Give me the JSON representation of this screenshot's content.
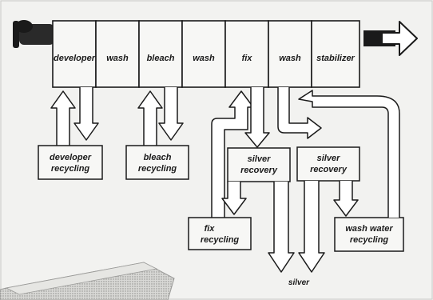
{
  "tanks": [
    "developer",
    "wash",
    "bleach",
    "wash",
    "fix",
    "wash",
    "stabilizer"
  ],
  "boxes": {
    "developer_recycling": [
      "developer",
      "recycling"
    ],
    "bleach_recycling": [
      "bleach",
      "recycling"
    ],
    "silver_recovery_fix": [
      "silver",
      "recovery"
    ],
    "silver_recovery_wash": [
      "silver",
      "recovery"
    ],
    "fix_recycling": [
      "fix",
      "recycling"
    ],
    "wash_water_recycling": [
      "wash water",
      "recycling"
    ]
  },
  "output_label": "silver"
}
